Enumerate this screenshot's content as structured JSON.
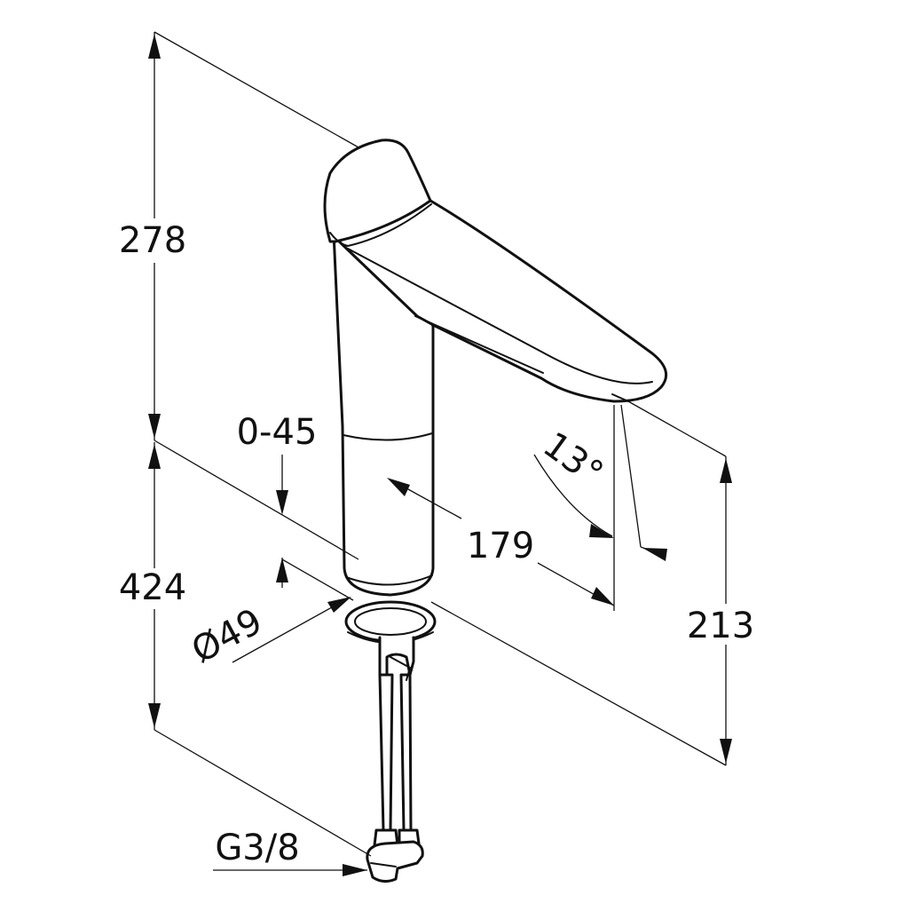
{
  "dimensions": {
    "spout_height": "278",
    "lever_range": "0-45",
    "total_height": "424",
    "reach": "179",
    "spout_angle": "13°",
    "outlet_height": "213",
    "base_diameter": "Ø49",
    "connection_thread": "G3/8"
  },
  "colors": {
    "line": "#111111",
    "background": "#ffffff"
  }
}
